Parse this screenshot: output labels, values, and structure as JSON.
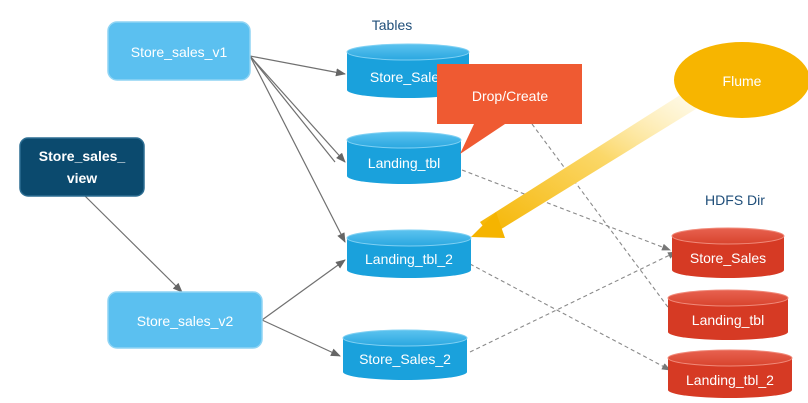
{
  "views": {
    "v1": "Store_sales_v1",
    "v2": "Store_sales_v2",
    "view": "Store_sales_\nview"
  },
  "headers": {
    "tables": "Tables",
    "hdfs": "HDFS Dir"
  },
  "tables": {
    "store_sales": "Store_Sales",
    "landing_tbl": "Landing_tbl",
    "landing_tbl_2": "Landing_tbl_2",
    "store_sales_2": "Store_Sales_2"
  },
  "hdfs": {
    "store_sales": "Store_Sales",
    "landing_tbl": "Landing_tbl",
    "landing_tbl_2": "Landing_tbl_2"
  },
  "callout": "Drop/Create",
  "source": "Flume",
  "colors": {
    "view_light": "#5bc0f0",
    "view_dark": "#0b4a6e",
    "table_blue": "#1aa1dc",
    "hdfs_red": "#d63a24",
    "callout": "#ef5a32",
    "flume": "#f7b500",
    "header_text": "#1f4e79"
  }
}
